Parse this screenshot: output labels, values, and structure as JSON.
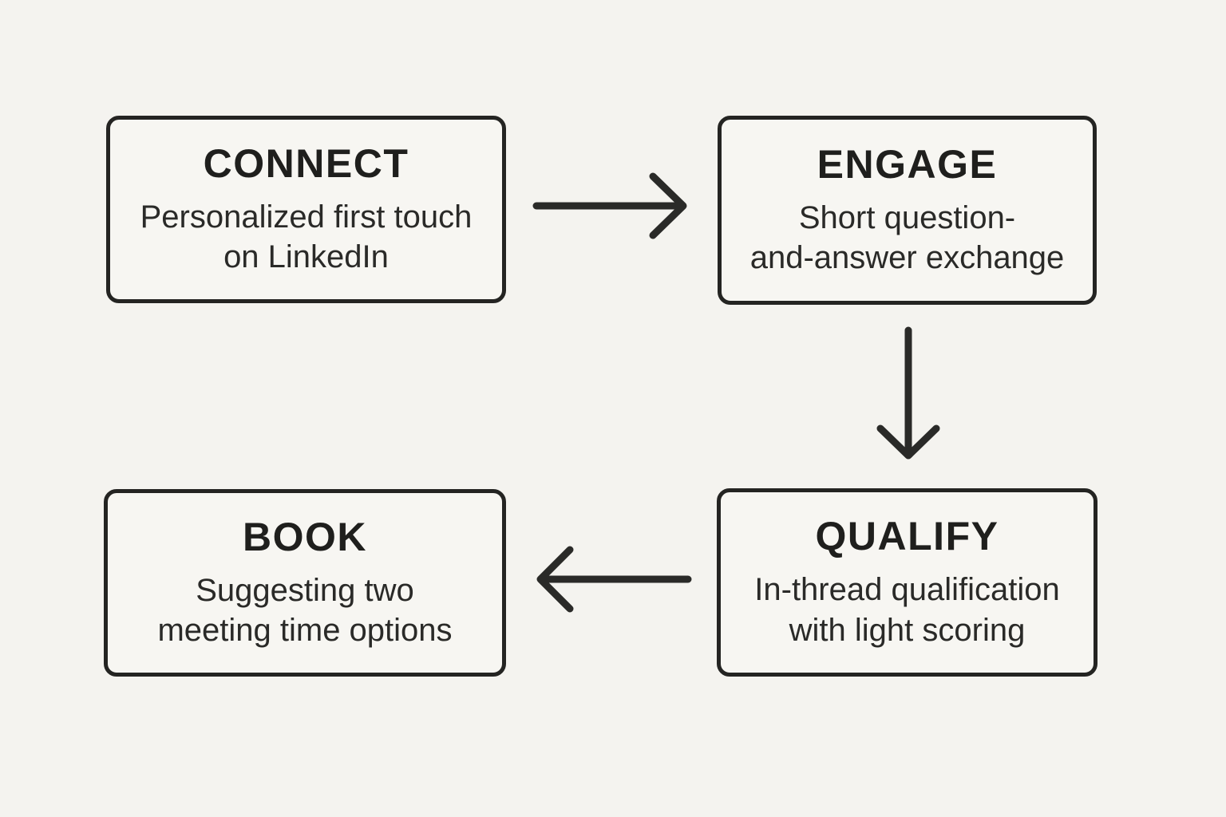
{
  "diagram": {
    "type": "flowchart",
    "colors": {
      "background": "#f4f3ef",
      "node_fill": "#f7f6f2",
      "ink": "#242422"
    },
    "nodes": [
      {
        "id": "connect",
        "title": "CONNECT",
        "desc_line1": "Personalized first touch",
        "desc_line2": "on LinkedIn"
      },
      {
        "id": "engage",
        "title": "ENGAGE",
        "desc_line1": "Short question-",
        "desc_line2": "and-answer exchange"
      },
      {
        "id": "qualify",
        "title": "QUALIFY",
        "desc_line1": "In-thread qualification",
        "desc_line2": "with light scoring"
      },
      {
        "id": "book",
        "title": "BOOK",
        "desc_line1": "Suggesting two",
        "desc_line2": "meeting time options"
      }
    ],
    "arrows": [
      {
        "from": "CONNECT",
        "to": "ENGAGE",
        "direction": "right"
      },
      {
        "from": "ENGAGE",
        "to": "QUALIFY",
        "direction": "down"
      },
      {
        "from": "QUALIFY",
        "to": "BOOK",
        "direction": "left"
      }
    ]
  }
}
